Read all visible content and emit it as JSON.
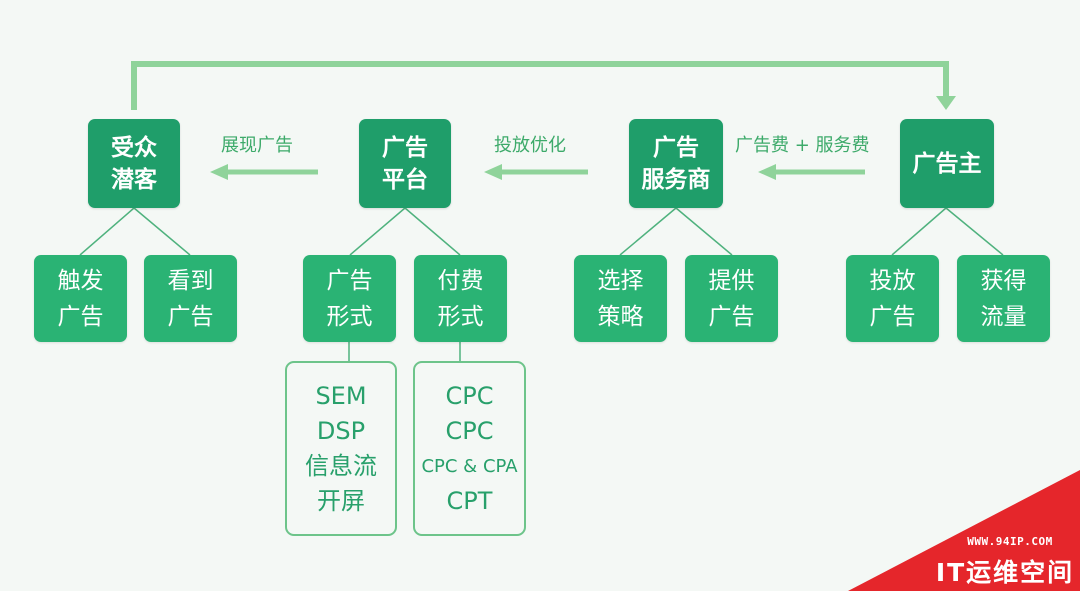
{
  "nodes": {
    "audience": "受众\n潜客",
    "platform": "广告\n平台",
    "agency": "广告\n服务商",
    "advertiser": "广告主"
  },
  "sub_nodes": {
    "trigger_ad": "触发\n广告",
    "see_ad": "看到\n广告",
    "ad_format": "广告\n形式",
    "pay_format": "付费\n形式",
    "choose_strategy": "选择\n策略",
    "provide_ad": "提供\n广告",
    "place_ad": "投放\n广告",
    "gain_traffic": "获得\n流量"
  },
  "ad_formats": [
    "SEM",
    "DSP",
    "信息流",
    "开屏"
  ],
  "pay_formats": [
    "CPC",
    "CPC",
    "CPC & CPA",
    "CPT"
  ],
  "edge_labels": {
    "show_ad": "展现广告",
    "optimize": "投放优化",
    "fees": "广告费 + 服务费"
  },
  "watermark": {
    "url": "WWW.94IP.COM",
    "text": "IT运维空间"
  },
  "colors": {
    "main_node": "#1f9e6a",
    "sub_node": "#2ab374",
    "arrow": "#8fd39a",
    "connector": "#4fb27e",
    "outline": "#6dc48a",
    "label": "#3daa6a",
    "watermark": "#e5262b"
  }
}
